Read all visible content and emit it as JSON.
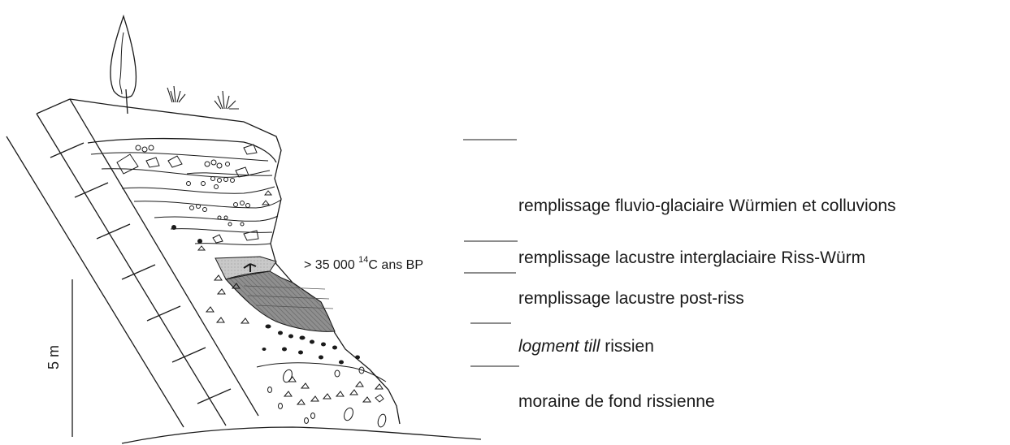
{
  "scale_bar": {
    "label": "5 m"
  },
  "date_label": {
    "prefix": "> 35 000 ",
    "superscript": "14",
    "suffix": "C  ans BP"
  },
  "units": [
    {
      "id": "fluvio-glaciaire",
      "text": "remplissage fluvio-glaciaire Würmien et colluvions"
    },
    {
      "id": "lacustre-interglaciaire",
      "text": "remplissage lacustre interglaciaire Riss-Würm"
    },
    {
      "id": "lacustre-post-riss",
      "text": "remplissage lacustre post-riss"
    },
    {
      "id": "logment-till",
      "text_italic": "logment till",
      "text": " rissien"
    },
    {
      "id": "moraine",
      "text": "moraine de fond rissienne"
    }
  ],
  "colors": {
    "ink": "#1a1a1a",
    "peat_dark": "#8f8f8f",
    "peat_light": "#c4c4c4",
    "background": "#ffffff"
  },
  "icons": [
    "tree-icon",
    "grass-tuft-icon"
  ]
}
